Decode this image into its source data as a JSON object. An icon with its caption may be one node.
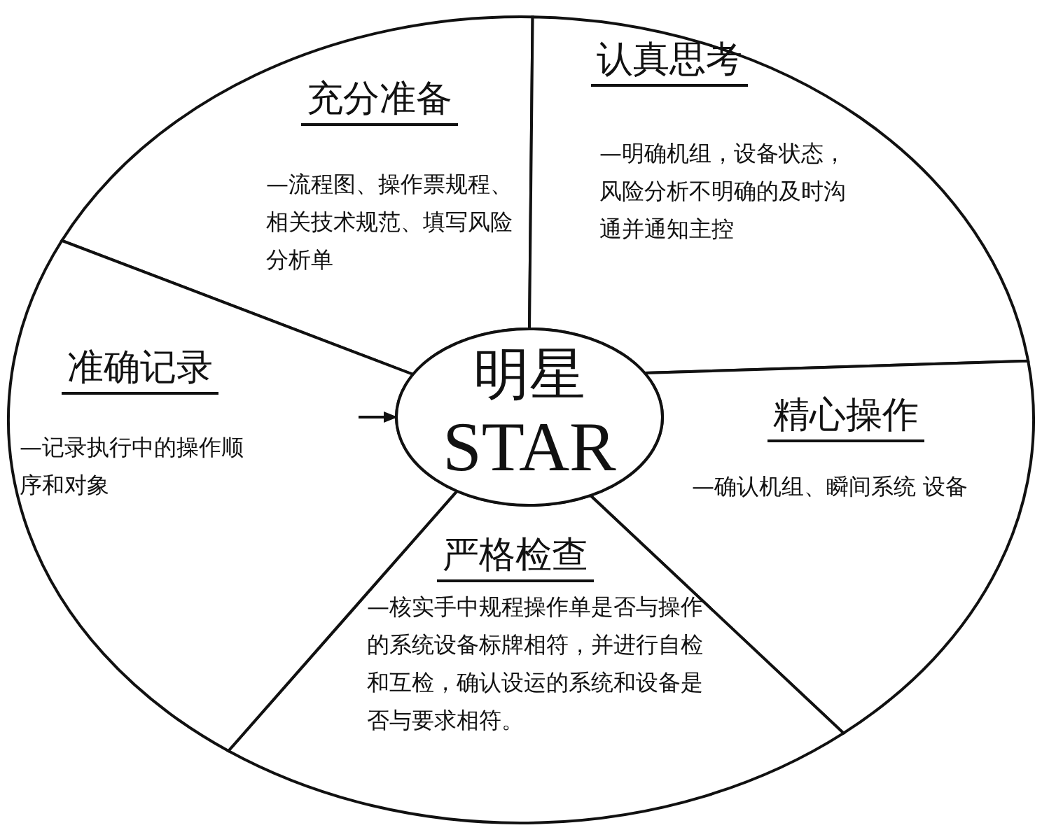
{
  "diagram": {
    "nodes": [
      {
        "text": [
          "充分准备",
          "—流程图、操作票规程、相关技术规范、填写风险分析单"
        ]
      },
      {
        "text": [
          "认真思考",
          "—明确机组，设备状态，风险分析不明确的及时沟通并通知主控"
        ]
      },
      {
        "text": [
          "精心操作",
          "—确认机组、瞬间系统 设备"
        ]
      },
      {
        "text": [
          "严格检查",
          "—核实手中规程操作单是否与操作的系统设备标牌相符，并进行自检和互检，确认设运的系统和设备是否与要求相符。"
        ]
      },
      {
        "text": [
          "准确记录",
          "—记录执行中的操作顺序和对象"
        ]
      },
      {
        "text": [
          "明星",
          "STAR"
        ]
      }
    ],
    "edges": [
      {
        "from": 4,
        "to": 5,
        "arrow": "to"
      }
    ]
  }
}
